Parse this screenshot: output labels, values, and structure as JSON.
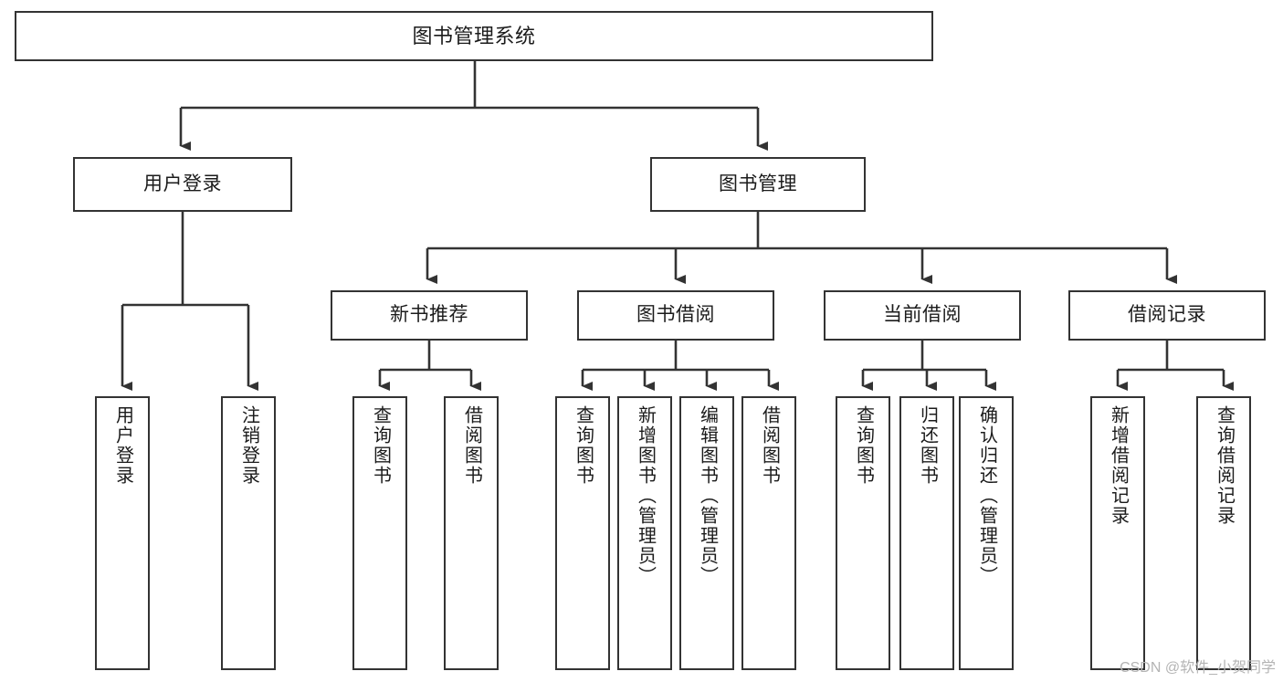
{
  "diagram": {
    "title": "图书管理系统",
    "watermark": "CSDN @软件_小贺同学",
    "root": {
      "label": "图书管理系统"
    },
    "level2": [
      {
        "label": "用户登录"
      },
      {
        "label": "图书管理"
      }
    ],
    "level3": [
      {
        "label": "新书推荐"
      },
      {
        "label": "图书借阅"
      },
      {
        "label": "当前借阅"
      },
      {
        "label": "借阅记录"
      }
    ],
    "leaves": {
      "user_login": [
        {
          "label": "用户登录"
        },
        {
          "label": "注销登录"
        }
      ],
      "new_book": [
        {
          "label": "查询图书"
        },
        {
          "label": "借阅图书"
        }
      ],
      "book_borrow": [
        {
          "label": "查询图书"
        },
        {
          "label": "新增图书（管理员）"
        },
        {
          "label": "编辑图书（管理员）"
        },
        {
          "label": "借阅图书"
        }
      ],
      "current_borrow": [
        {
          "label": "查询图书"
        },
        {
          "label": "归还图书"
        },
        {
          "label": "确认归还（管理员）"
        }
      ],
      "borrow_record": [
        {
          "label": "新增借阅记录"
        },
        {
          "label": "查询借阅记录"
        }
      ]
    },
    "colors": {
      "stroke": "#333333",
      "fill": "#ffffff",
      "text": "#1b1b1b",
      "watermark": "#b4b4b4"
    }
  }
}
